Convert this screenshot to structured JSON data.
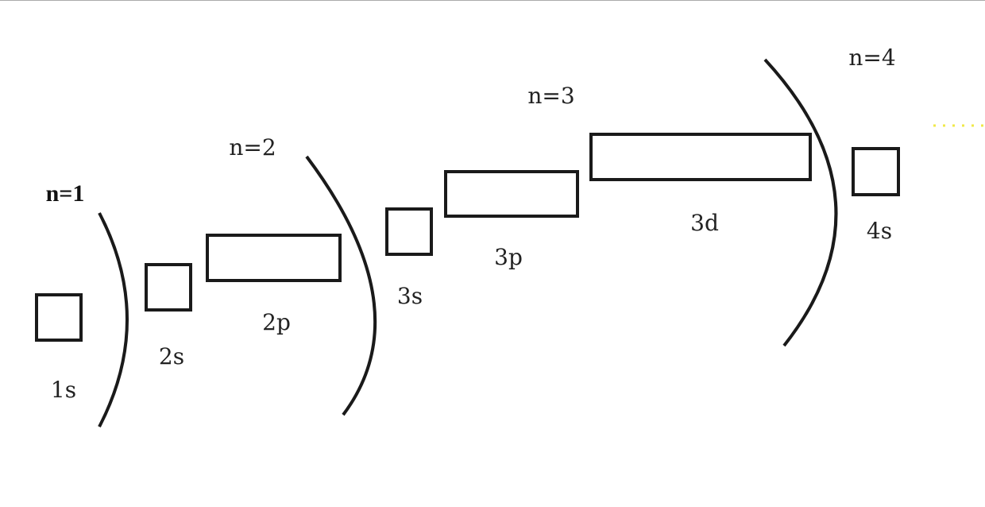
{
  "shells": [
    {
      "label": "n=1"
    },
    {
      "label": "n=2"
    },
    {
      "label": "n=3"
    },
    {
      "label": "n=4"
    }
  ],
  "orbitals": [
    {
      "label": "1s"
    },
    {
      "label": "2s"
    },
    {
      "label": "2p"
    },
    {
      "label": "3s"
    },
    {
      "label": "3p"
    },
    {
      "label": "3d"
    },
    {
      "label": "4s"
    }
  ],
  "colors": {
    "line": "#1a1a1a",
    "ellipsis": "#f0e84a"
  }
}
